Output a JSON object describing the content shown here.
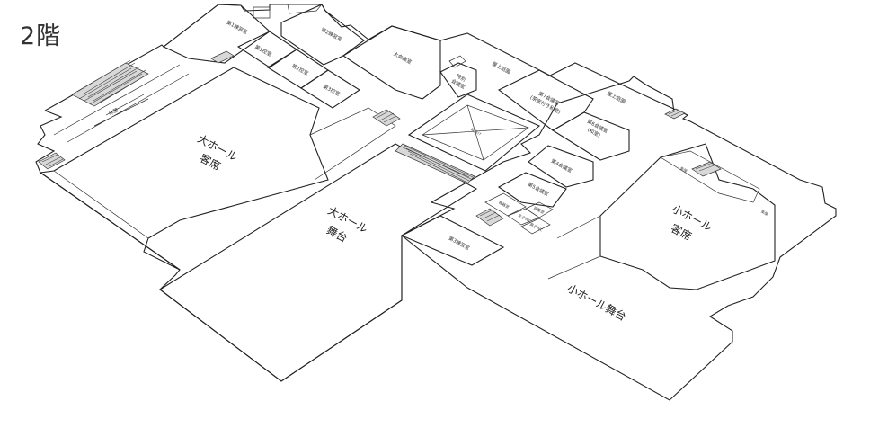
{
  "floor_title": "2階",
  "large_hall": {
    "audience": [
      "大ホール",
      "客席"
    ],
    "stage": [
      "大ホール",
      "舞台"
    ]
  },
  "small_hall": {
    "audience": [
      "小ホール",
      "客席"
    ],
    "stage": "小ホール舞台"
  },
  "rooms": {
    "practice1": "第1練習室",
    "practice2": "第2練習室",
    "waiting1": "第1控室",
    "waiting2": "第2控室",
    "waiting3": "第3控室",
    "waiting_large": "大会議室",
    "special": [
      "特別",
      "会議室"
    ],
    "meeting7": [
      "第7会議室",
      "(茶室付き和室)"
    ],
    "meeting6": [
      "第6会議室",
      "(和室)"
    ],
    "meeting4": "第4会議室",
    "meeting5": "第5会議室",
    "practice3": "第3練習室",
    "rooftop_garden_1": "屋上庭園",
    "rooftop_garden_2": "屋上庭園",
    "rest_area": "休憩",
    "wc_male": "男子WC",
    "wc_female": "女子WC",
    "equipment": "機器室",
    "control": "調整室",
    "dressing_left": "楽屋",
    "dressing_right": "楽屋",
    "atrium": "吹抜け"
  }
}
